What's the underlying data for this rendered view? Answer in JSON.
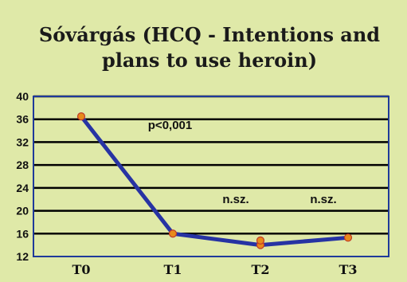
{
  "chart_data": {
    "type": "line",
    "title_lines": [
      "Sóvárgás (HCQ - Intentions and",
      "plans to use heroin)"
    ],
    "categories": [
      "T0",
      "T1",
      "T2",
      "T3"
    ],
    "series": [
      {
        "values": [
          36.5,
          16.0,
          14.0,
          15.3
        ]
      }
    ],
    "extra_points": [
      {
        "category": "T2",
        "value": 14.8
      }
    ],
    "yticks": [
      12,
      16,
      20,
      24,
      28,
      32,
      36,
      40
    ],
    "ylim": [
      12,
      40
    ],
    "grid": true,
    "annotations": [
      {
        "text": "p<0,001",
        "between": [
          "T0",
          "T1"
        ],
        "y": 35
      },
      {
        "text": "n.sz.",
        "between": [
          "T1",
          "T2"
        ],
        "y": 22
      },
      {
        "text": "n.sz.",
        "between": [
          "T2",
          "T3"
        ],
        "y": 22
      }
    ],
    "colors": {
      "background": "#dfe9a8",
      "line": "#2733a3",
      "marker_fill": "#e88a1a",
      "marker_stroke": "#c0392b",
      "grid": "#000000",
      "axis": "#1f3a9a"
    }
  }
}
